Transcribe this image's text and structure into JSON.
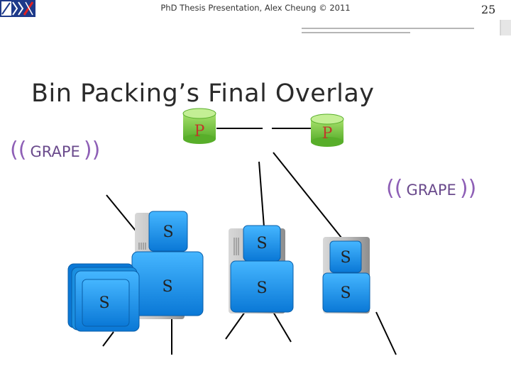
{
  "header": {
    "caption": "PhD Thesis Presentation, Alex Cheung © 2011",
    "page_number": "25"
  },
  "slide": {
    "title": "Bin Packing’s Final Overlay",
    "grape_left": {
      "open": "((",
      "word": "GRAPE",
      "close": "))"
    },
    "grape_right": {
      "open": "((",
      "word": "GRAPE",
      "close": "))"
    }
  },
  "diagram": {
    "publisher_label": "P",
    "subscriber_label": "S"
  },
  "colors": {
    "accent_purple": "#8e5fb6",
    "node_blue": "#1a8fe0",
    "node_green": "#7ac943",
    "rule_gray": "#8a8a8a"
  }
}
